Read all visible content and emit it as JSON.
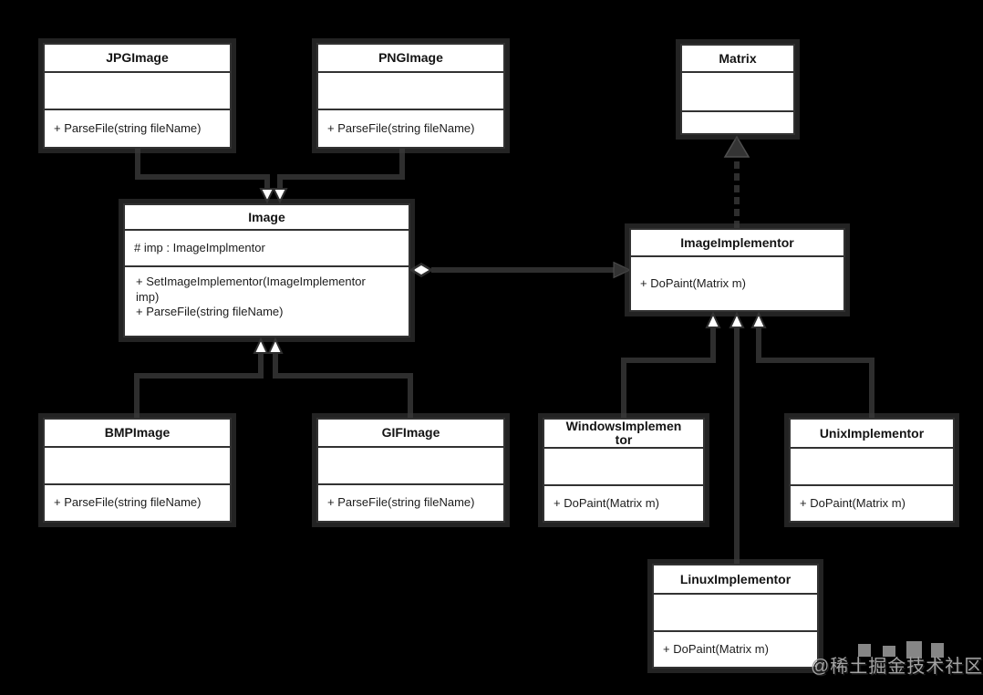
{
  "diagram": {
    "type": "uml-class-diagram",
    "pattern": "Bridge",
    "background": "#000000"
  },
  "colors": {
    "box_fill": "#ffffff",
    "box_border": "#323232",
    "connector": "#2e2e2e",
    "text": "#1c1c1c",
    "watermark": "#a3a3a3"
  },
  "classes": [
    {
      "title": "JPGImage",
      "attributes": [],
      "methods": [
        "+ ParseFile(string fileName)"
      ]
    },
    {
      "title": "PNGImage",
      "attributes": [],
      "methods": [
        "+ ParseFile(string fileName)"
      ]
    },
    {
      "title": "Matrix",
      "attributes": [],
      "methods": []
    },
    {
      "title": "Image",
      "attributes": [
        "# imp : ImageImplmentor"
      ],
      "methods": [
        "+ SetImageImplementor(ImageImplementor",
        "imp)",
        "+ ParseFile(string fileName)"
      ]
    },
    {
      "title": "ImageImplementor",
      "attributes": [],
      "methods": [
        "+ DoPaint(Matrix m)"
      ]
    },
    {
      "title": "BMPImage",
      "attributes": [],
      "methods": [
        "+ ParseFile(string fileName)"
      ]
    },
    {
      "title": "GIFImage",
      "attributes": [],
      "methods": [
        "+ ParseFile(string fileName)"
      ]
    },
    {
      "title": "WindowsImplementor",
      "attributes": [],
      "methods": [
        "+ DoPaint(Matrix m)"
      ]
    },
    {
      "title": "UnixImplementor",
      "attributes": [],
      "methods": [
        "+ DoPaint(Matrix m)"
      ]
    },
    {
      "title": "LinuxImplementor",
      "attributes": [],
      "methods": [
        "+ DoPaint(Matrix m)"
      ]
    }
  ],
  "relationships": [
    {
      "from": "JPGImage",
      "to": "Image",
      "type": "generalization"
    },
    {
      "from": "PNGImage",
      "to": "Image",
      "type": "generalization"
    },
    {
      "from": "BMPImage",
      "to": "Image",
      "type": "generalization"
    },
    {
      "from": "GIFImage",
      "to": "Image",
      "type": "generalization"
    },
    {
      "from": "Image",
      "to": "ImageImplementor",
      "type": "aggregation"
    },
    {
      "from": "WindowsImplementor",
      "to": "ImageImplementor",
      "type": "generalization"
    },
    {
      "from": "LinuxImplementor",
      "to": "ImageImplementor",
      "type": "generalization"
    },
    {
      "from": "UnixImplementor",
      "to": "ImageImplementor",
      "type": "generalization"
    },
    {
      "from": "ImageImplementor",
      "to": "Matrix",
      "type": "dependency"
    }
  ],
  "watermark": {
    "text": "@稀土掘金技术社区"
  }
}
